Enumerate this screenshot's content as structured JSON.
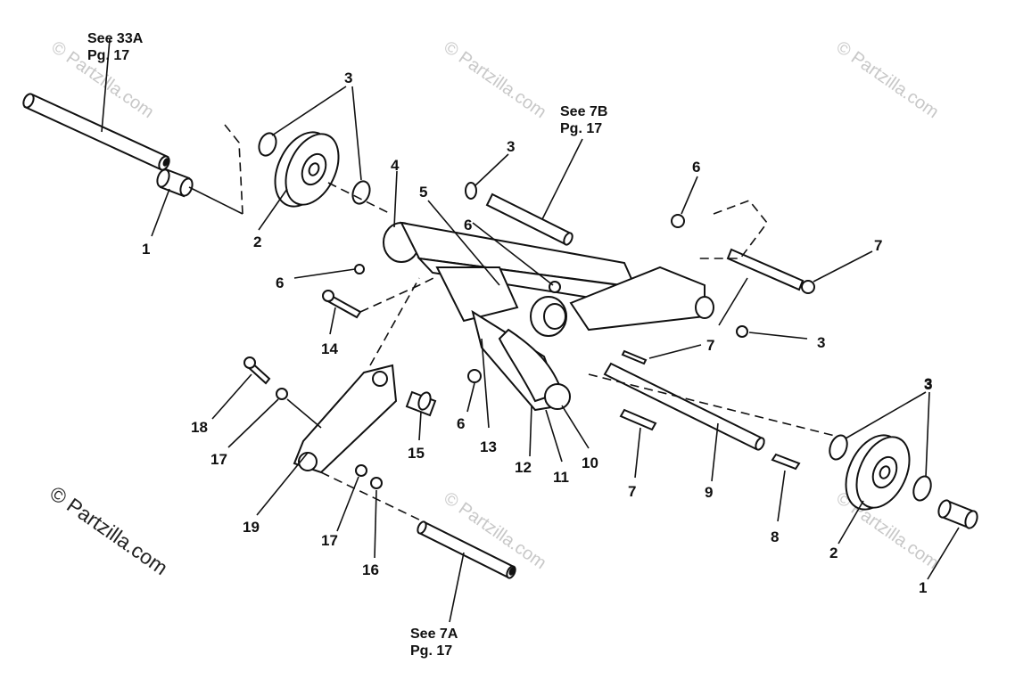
{
  "refs": {
    "ref_33a": [
      "See 33A",
      "Pg. 17"
    ],
    "ref_7b": [
      "See 7B",
      "Pg. 17"
    ],
    "ref_7a": [
      "See 7A",
      "Pg. 17"
    ]
  },
  "callouts": [
    "1",
    "2",
    "3",
    "3",
    "4",
    "5",
    "6",
    "3",
    "6",
    "7",
    "6",
    "14",
    "3",
    "7",
    "18",
    "17",
    "15",
    "6",
    "13",
    "12",
    "11",
    "10",
    "7",
    "9",
    "8",
    "3",
    "2",
    "1",
    "19",
    "17",
    "16"
  ],
  "watermark": "© Partzilla.com",
  "colors": {
    "ink": "#111111",
    "watermark": "#c8c8c8",
    "paper": "#ffffff"
  }
}
